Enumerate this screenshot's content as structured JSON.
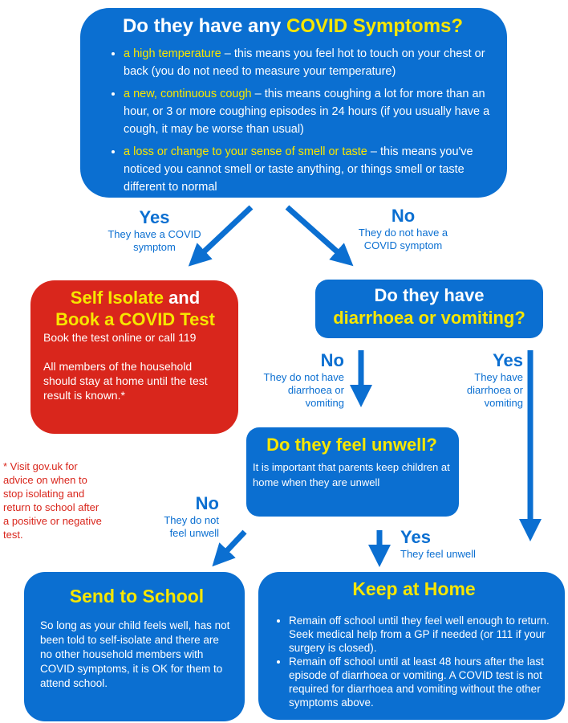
{
  "colors": {
    "blue": "#0b6fd1",
    "red": "#d9261c",
    "yellow": "#f7e600"
  },
  "symptoms": {
    "title_a": "Do they have any ",
    "title_b": "COVID Symptoms?",
    "items": [
      {
        "key": "a high temperature",
        "text": " – this means you feel hot to touch on your chest or back (you do not need to measure your temperature)"
      },
      {
        "key": "a new, continuous cough",
        "text": " – this means coughing a lot for more than an hour, or 3 or more coughing episodes in 24 hours (if you usually have a cough, it may be worse than usual)"
      },
      {
        "key": "a loss or change to your sense of smell or taste",
        "text": " – this means you've noticed you cannot smell or taste anything, or things smell or taste different to normal"
      }
    ]
  },
  "branch_yes_covid": {
    "label": "Yes",
    "sub": "They have a COVID symptom"
  },
  "branch_no_covid": {
    "label": "No",
    "sub": "They do not have a COVID symptom"
  },
  "isolate": {
    "title_a": "Self Isolate",
    "title_b": " and",
    "title_c": "Book a COVID Test",
    "line1": "Book the test online or call 119",
    "line2": "All members of the household should stay at home until the test result is known.*"
  },
  "diarrhoea": {
    "title_a": "Do they have",
    "title_b": "diarrhoea or vomiting?"
  },
  "branch_no_dv": {
    "label": "No",
    "sub": "They do not have diarrhoea or vomiting"
  },
  "branch_yes_dv": {
    "label": "Yes",
    "sub": "They have diarrhoea or vomiting"
  },
  "footnote": "* Visit gov.uk for advice on when to stop isolating and return to school after a positive or negative test.",
  "unwell": {
    "title": "Do they feel unwell?",
    "text": "It is important that parents keep children at home when they are unwell"
  },
  "branch_no_unwell": {
    "label": "No",
    "sub": "They do not feel unwell"
  },
  "branch_yes_unwell": {
    "label": "Yes",
    "sub": "They feel unwell"
  },
  "school": {
    "title": "Send to School",
    "text": "So long as your child feels well, has not been told to self-isolate and there are no other household members with COVID symptoms, it is OK for them to attend school."
  },
  "home": {
    "title": "Keep at Home",
    "items": [
      "Remain off school until they feel well enough to return. Seek medical help from a GP if needed (or 111 if your surgery is closed).",
      "Remain off school until at least 48 hours after the last episode of diarrhoea or vomiting. A COVID test is not required for diarrhoea and vomiting without the other symptoms above."
    ]
  }
}
